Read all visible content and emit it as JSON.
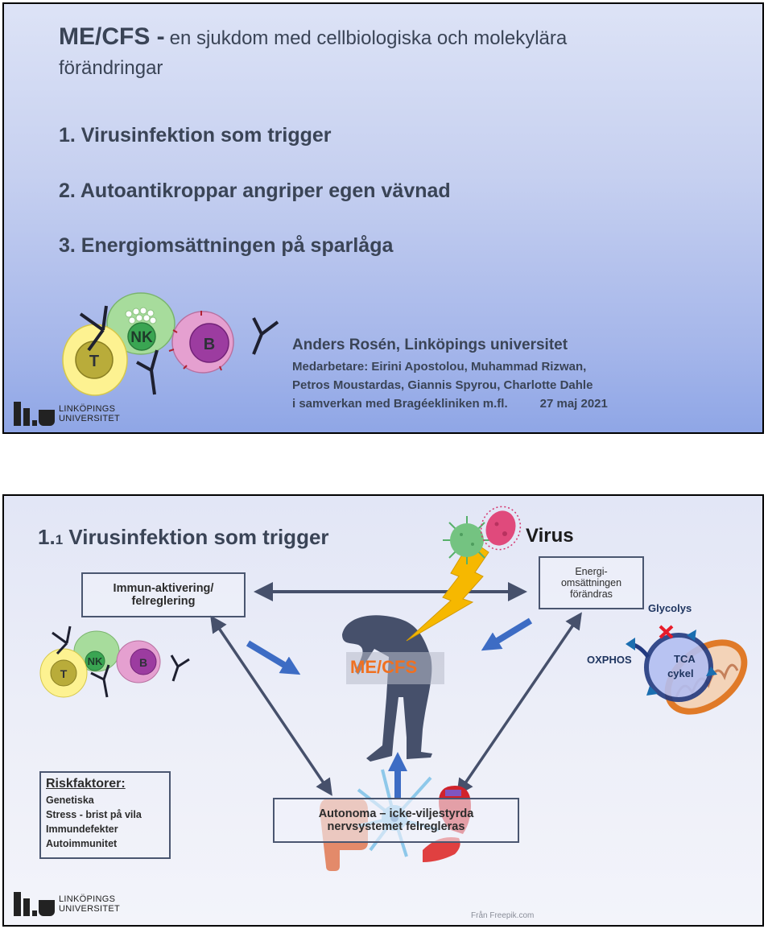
{
  "slide1": {
    "title_bold": "ME/CFS -",
    "title_rest": "en sjukdom med cellbiologiska och molekylära",
    "title_line2": "förändringar",
    "points": [
      "1. Virusinfektion som trigger",
      "2. Autoantikroppar angriper egen vävnad",
      "3. Energiomsättningen på sparlåga"
    ],
    "cells": {
      "t": "T",
      "nk": "NK",
      "b": "B"
    },
    "author": "Anders Rosén, Linköpings universitet",
    "collaborators_line1": "Medarbetare: Eirini Apostolou, Muhammad Rizwan,",
    "collaborators_line2": "Petros Moustardas, Giannis Spyrou, Charlotte Dahle",
    "collaborators_line3": "i samverkan med Bragéekliniken m.fl.",
    "date": "27 maj 2021",
    "logo_line1": "LINKÖPINGS",
    "logo_line2": "UNIVERSITET"
  },
  "slide2": {
    "title_num": "1.",
    "title_sub": "1",
    "title_text": "Virusinfektion som trigger",
    "virus_label": "Virus",
    "immune_box_line1": "Immun-aktivering/",
    "immune_box_line2": "felreglering",
    "energy_box_line1": "Energi-",
    "energy_box_line2": "omsättningen",
    "energy_box_line3": "förändras",
    "center_label": "ME/CFS",
    "glycolys": "Glycolys",
    "oxphos": "OXPHOS",
    "tca_line1": "TCA",
    "tca_line2": "cykel",
    "cells": {
      "t": "T",
      "nk": "NK",
      "b": "B"
    },
    "risk_title": "Riskfaktorer:",
    "risk_items": [
      "Genetiska",
      "Stress - brist på vila",
      "Immundefekter",
      "Autoimmunitet"
    ],
    "autonomic_box_line1": "Autonoma – icke-viljestyrda",
    "autonomic_box_line2": "nervsystemet felregleras",
    "credit": "Från Freepik.com",
    "logo_line1": "LINKÖPINGS",
    "logo_line2": "UNIVERSITET",
    "colors": {
      "dark_arrow": "#46506b",
      "blue_arrow": "#3d6cc4",
      "me_cfs_orange": "#f07020",
      "lightning": "#f6b800"
    }
  }
}
